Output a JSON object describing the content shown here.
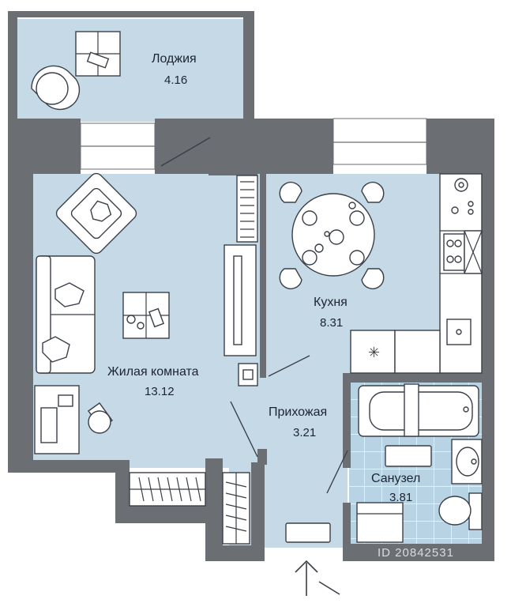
{
  "rooms": {
    "loggia": {
      "name": "Лоджия",
      "area": "4.16"
    },
    "living": {
      "name": "Жилая комната",
      "area": "13.12"
    },
    "kitchen": {
      "name": "Кухня",
      "area": "8.31"
    },
    "hallway": {
      "name": "Прихожая",
      "area": "3.21"
    },
    "bathroom": {
      "name": "Санузел",
      "area": "3.81"
    }
  },
  "watermark": "ID 20842531",
  "colors": {
    "floor": "#c5dae6",
    "tile": "#b7d3e4",
    "wall": "#6b6e73",
    "furniture_stroke": "#3a3f47"
  },
  "icons": {
    "entrance": "entrance-arrow-icon",
    "fridge": "snowflake-icon"
  }
}
